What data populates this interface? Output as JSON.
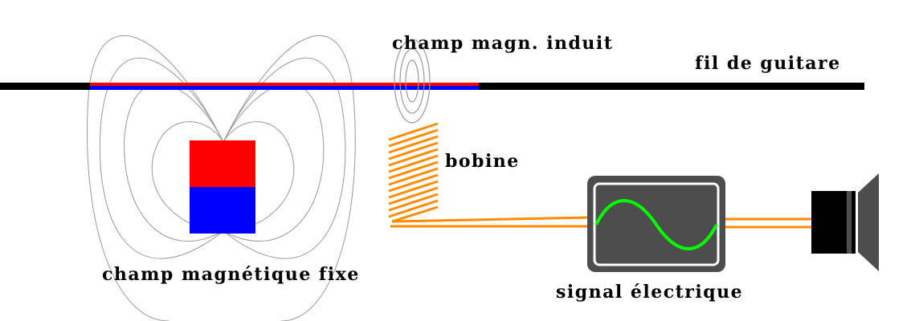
{
  "labels": {
    "induced_field": "champ magn. induit",
    "string": "fil de guitare",
    "coil": "bobine",
    "fixed_field": "champ magnétique fixe",
    "signal": "signal électrique"
  },
  "colors": {
    "string": "#000000",
    "magnet_north": "#ff0000",
    "magnet_south": "#0000ff",
    "coil": "#ff8c00",
    "field_lines": "#999999",
    "oscilloscope_body": "#4d4d4d",
    "oscilloscope_frame": "#ffffff",
    "wave": "#00ff00",
    "speaker": "#000000",
    "speaker_cone": "#4d4d4d"
  },
  "icons": {
    "magnet": "bar-magnet-icon",
    "coil": "coil-icon",
    "oscilloscope": "oscilloscope-icon",
    "speaker": "speaker-icon"
  }
}
